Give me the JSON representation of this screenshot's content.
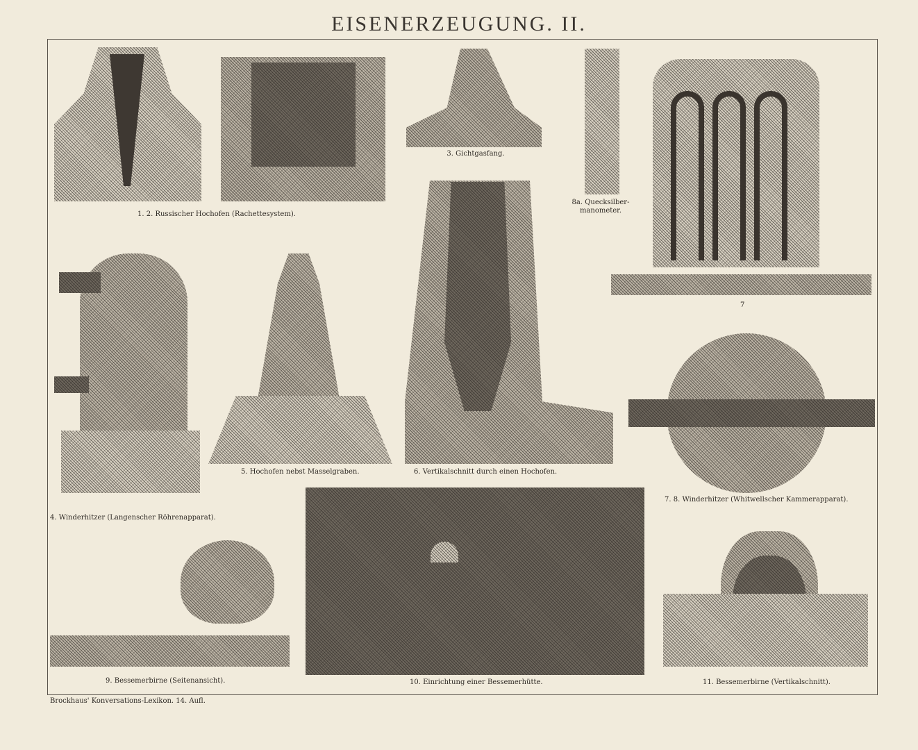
{
  "title": "EISENERZEUGUNG. II.",
  "figures": [
    {
      "id": "1-2",
      "caption": "1. 2. Russischer Hochofen (Rachettesystem)."
    },
    {
      "id": "3",
      "caption": "3. Gichtgasfang."
    },
    {
      "id": "8a",
      "caption_line1": "8a. Quecksilber-",
      "caption_line2": "manometer."
    },
    {
      "id": "7",
      "caption": "7"
    },
    {
      "id": "4",
      "caption": "4. Winderhitzer (Langenscher Röhrenapparat)."
    },
    {
      "id": "5",
      "caption": "5. Hochofen nebst Masselgraben."
    },
    {
      "id": "6",
      "caption": "6. Vertikalschnitt durch einen Hochofen."
    },
    {
      "id": "7-8",
      "caption": "7. 8. Winderhitzer (Whitwellscher Kammerapparat)."
    },
    {
      "id": "9",
      "caption": "9. Bessemerbirne (Seitenansicht)."
    },
    {
      "id": "10",
      "caption": "10. Einrichtung einer Bessemerhütte."
    },
    {
      "id": "11",
      "caption": "11. Bessemerbirne (Vertikalschnitt)."
    }
  ],
  "footer": "Brockhaus' Konversations-Lexikon.  14. Aufl."
}
